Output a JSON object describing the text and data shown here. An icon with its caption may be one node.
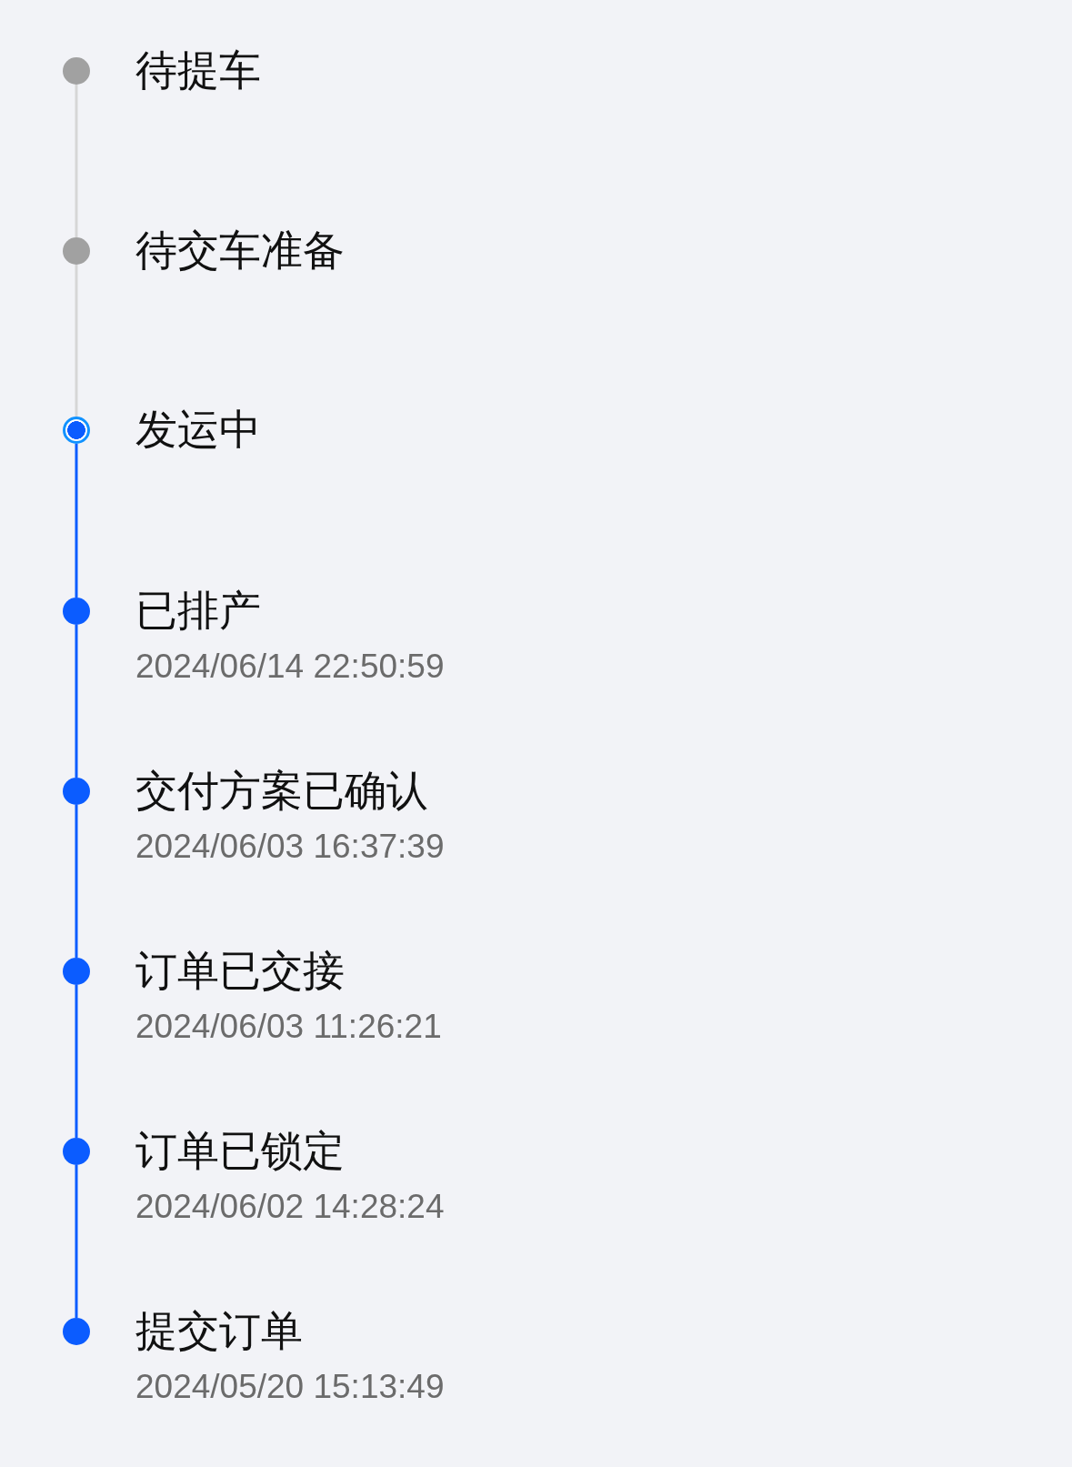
{
  "diagram": {
    "nodes": [
      {
        "text": [],
        "shape": "circle",
        "beside": [
          "待提车"
        ]
      },
      {
        "text": [],
        "shape": "circle",
        "beside": [
          "待交车准备"
        ]
      },
      {
        "text": [],
        "shape": "ring",
        "beside": [
          "发运中"
        ]
      },
      {
        "text": [],
        "shape": "circle",
        "beside": [
          "已排产",
          "2024/06/14 22:50:59"
        ]
      },
      {
        "text": [],
        "shape": "circle",
        "beside": [
          "交付方案已确认",
          "2024/06/03 16:37:39"
        ]
      },
      {
        "text": [],
        "shape": "circle",
        "beside": [
          "订单已交接",
          "2024/06/03 11:26:21"
        ]
      },
      {
        "text": [],
        "shape": "circle",
        "beside": [
          "订单已锁定",
          "2024/06/02 14:28:24"
        ]
      },
      {
        "text": [],
        "shape": "circle",
        "beside": [
          "提交订单",
          "2024/05/20 15:13:49"
        ]
      }
    ],
    "edges": [
      {
        "from": 0,
        "to": 1,
        "arrow": "none",
        "color": "#d6d6d6"
      },
      {
        "from": 1,
        "to": 2,
        "arrow": "none",
        "color": "#d6d6d6"
      },
      {
        "from": 2,
        "to": 3,
        "arrow": "none"
      },
      {
        "from": 3,
        "to": 4,
        "arrow": "none"
      },
      {
        "from": 4,
        "to": 5,
        "arrow": "none"
      },
      {
        "from": 5,
        "to": 6,
        "arrow": "none"
      },
      {
        "from": 6,
        "to": 7,
        "arrow": "none"
      }
    ]
  }
}
